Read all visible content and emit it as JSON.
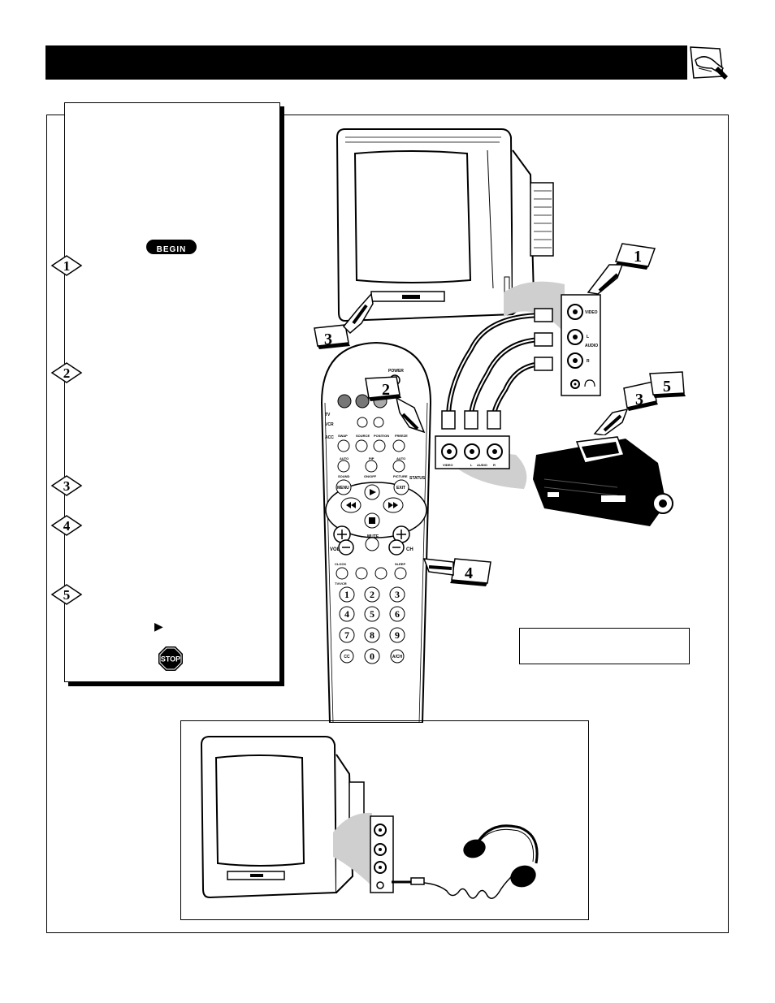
{
  "steps": [
    "1",
    "2",
    "3",
    "4",
    "5"
  ],
  "begin_label": "BEGIN",
  "stop_label": "STOP",
  "callouts": [
    "1",
    "2",
    "3",
    "3",
    "5",
    "4"
  ],
  "remote": {
    "power": "POWER",
    "modes": [
      "TV",
      "VCR",
      "ACC"
    ],
    "row1": [
      "SWAP",
      "SOURCE",
      "POSITION",
      "FREEZE"
    ],
    "row2_top": [
      "AUTO",
      "PIP",
      "AUTO"
    ],
    "row2_bottom": [
      "SOUND",
      "ON/OFF",
      "PICTURE"
    ],
    "menu": "MENU",
    "exit": "EXIT",
    "status": "STATUS",
    "vol": "VOL",
    "mute": "MUTE",
    "ch": "CH",
    "row3": [
      "CLOCK",
      "SLEEP"
    ],
    "tvvcr": "TV/VCR",
    "digits": [
      "1",
      "2",
      "3",
      "4",
      "5",
      "6",
      "7",
      "8",
      "9",
      "0"
    ],
    "cc": "CC",
    "ach": "A/CH"
  },
  "jack_panel": {
    "video": "VIDEO",
    "l": "L",
    "audio": "AUDIO",
    "r": "R"
  },
  "plug_panel": {
    "video": "VIDEO",
    "l": "L",
    "audio": "AUDIO",
    "r": "R"
  }
}
